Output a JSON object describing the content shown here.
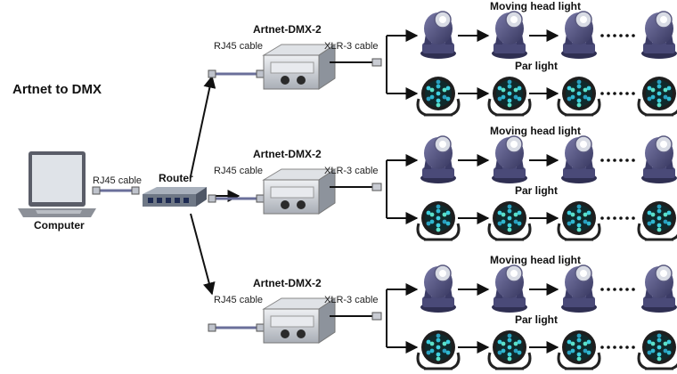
{
  "diagram": {
    "title": "Artnet to DMX",
    "computer_label": "Computer",
    "router_label": "Router",
    "computer_cable_label": "RJ45 cable",
    "branches": [
      {
        "node_label": "Artnet-DMX-2",
        "input_cable": "RJ45 cable",
        "output_cable": "XLR-3 cable",
        "rows": [
          {
            "label": "Moving head light",
            "fixture": "moving-head-light"
          },
          {
            "label": "Par light",
            "fixture": "par-light"
          }
        ]
      },
      {
        "node_label": "Artnet-DMX-2",
        "input_cable": "RJ45 cable",
        "output_cable": "XLR-3 cable",
        "rows": [
          {
            "label": "Moving head light",
            "fixture": "moving-head-light"
          },
          {
            "label": "Par light",
            "fixture": "par-light"
          }
        ]
      },
      {
        "node_label": "Artnet-DMX-2",
        "input_cable": "RJ45 cable",
        "output_cable": "XLR-3 cable",
        "rows": [
          {
            "label": "Moving head light",
            "fixture": "moving-head-light"
          },
          {
            "label": "Par light",
            "fixture": "par-light"
          }
        ]
      }
    ],
    "colors": {
      "line": "#111111",
      "cable": "#6a6f9a",
      "fixture_body": "#4a4a78",
      "node_body": "#c8ccd2"
    }
  }
}
